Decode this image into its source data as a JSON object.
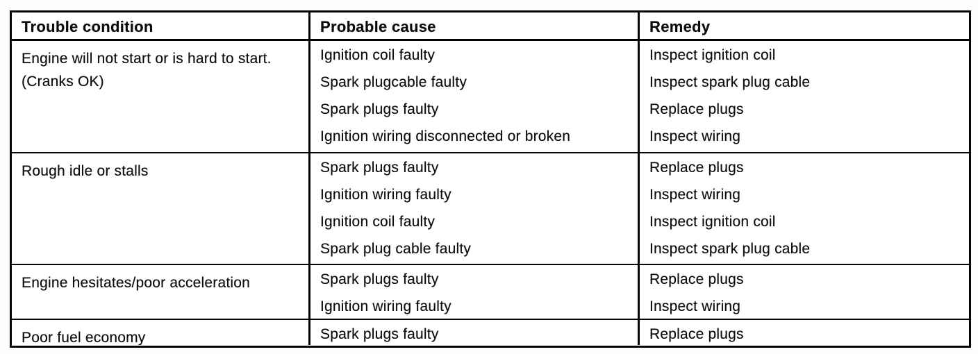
{
  "table": {
    "headers": [
      "Trouble condition",
      "Probable cause",
      "Remedy"
    ],
    "rows": [
      {
        "condition": "Engine will not start or is hard to start.  (Cranks OK)",
        "causes": [
          "Ignition coil faulty",
          "Spark plugcable faulty",
          "Spark plugs faulty",
          "Ignition wiring disconnected or broken"
        ],
        "remedies": [
          "Inspect ignition coil",
          "Inspect spark plug cable",
          "Replace plugs",
          "Inspect wiring"
        ]
      },
      {
        "condition": "Rough idle or stalls",
        "causes": [
          "Spark plugs faulty",
          "Ignition wiring faulty",
          "Ignition coil faulty",
          "Spark plug cable faulty"
        ],
        "remedies": [
          "Replace plugs",
          "Inspect wiring",
          "Inspect ignition coil",
          "Inspect spark plug cable"
        ]
      },
      {
        "condition": "Engine hesitates/poor acceleration",
        "causes": [
          "Spark plugs faulty",
          "Ignition wiring faulty"
        ],
        "remedies": [
          "Replace plugs",
          "Inspect wiring"
        ]
      },
      {
        "condition": "Poor fuel economy",
        "causes": [
          "Spark plugs faulty"
        ],
        "remedies": [
          "Replace plugs"
        ]
      }
    ]
  },
  "colors": {
    "border": "#060606",
    "text": "#0b0b0b",
    "background": "#ffffff"
  }
}
